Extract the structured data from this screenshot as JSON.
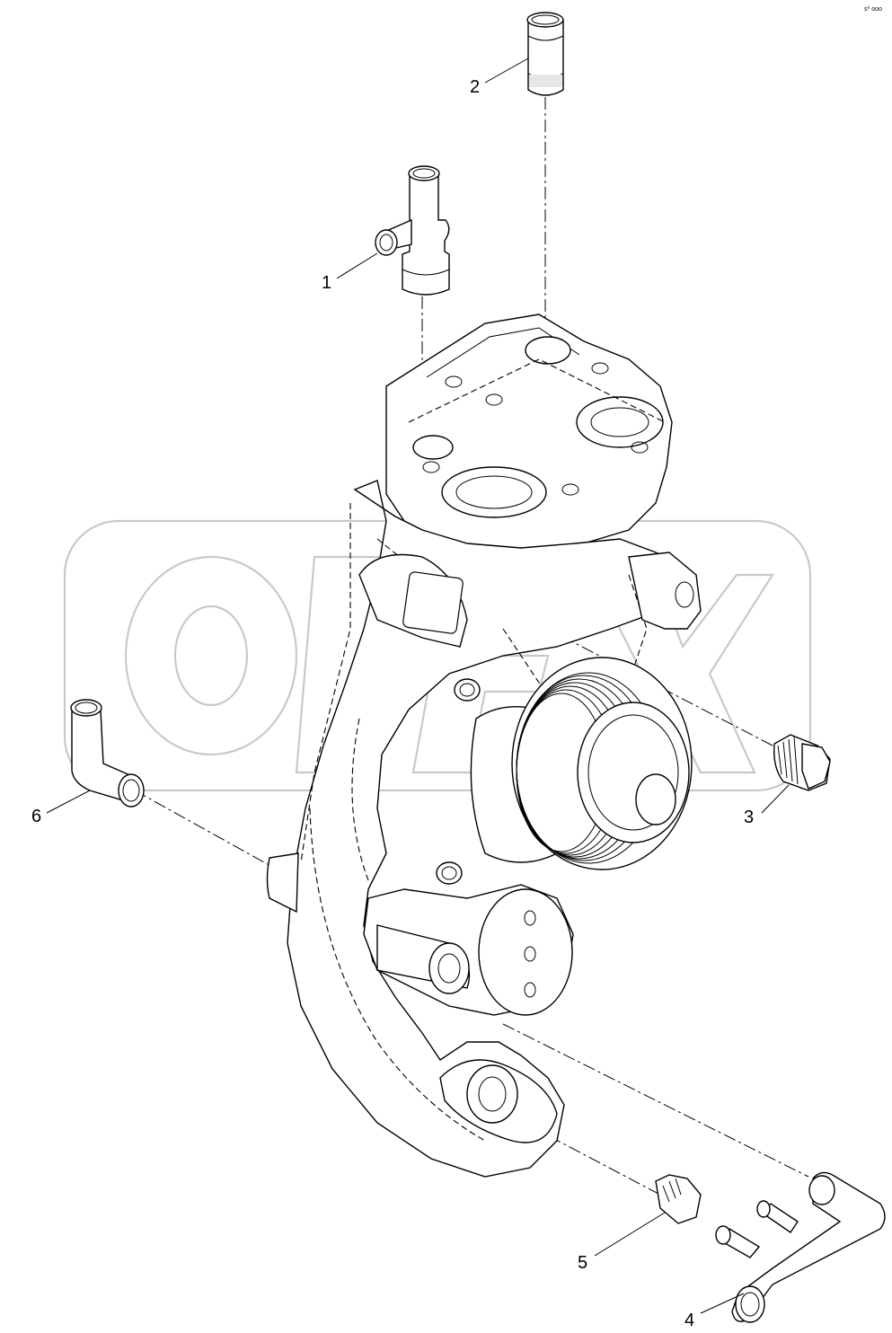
{
  "drawing": {
    "corner_tag": "s⁰ ooo",
    "watermark_text": "OPEX"
  },
  "callouts": [
    {
      "number": "1"
    },
    {
      "number": "2"
    },
    {
      "number": "3"
    },
    {
      "number": "4"
    },
    {
      "number": "5"
    },
    {
      "number": "6"
    }
  ],
  "colors": {
    "line": "#000000",
    "background": "#ffffff",
    "watermark": "#c9c9c9"
  }
}
